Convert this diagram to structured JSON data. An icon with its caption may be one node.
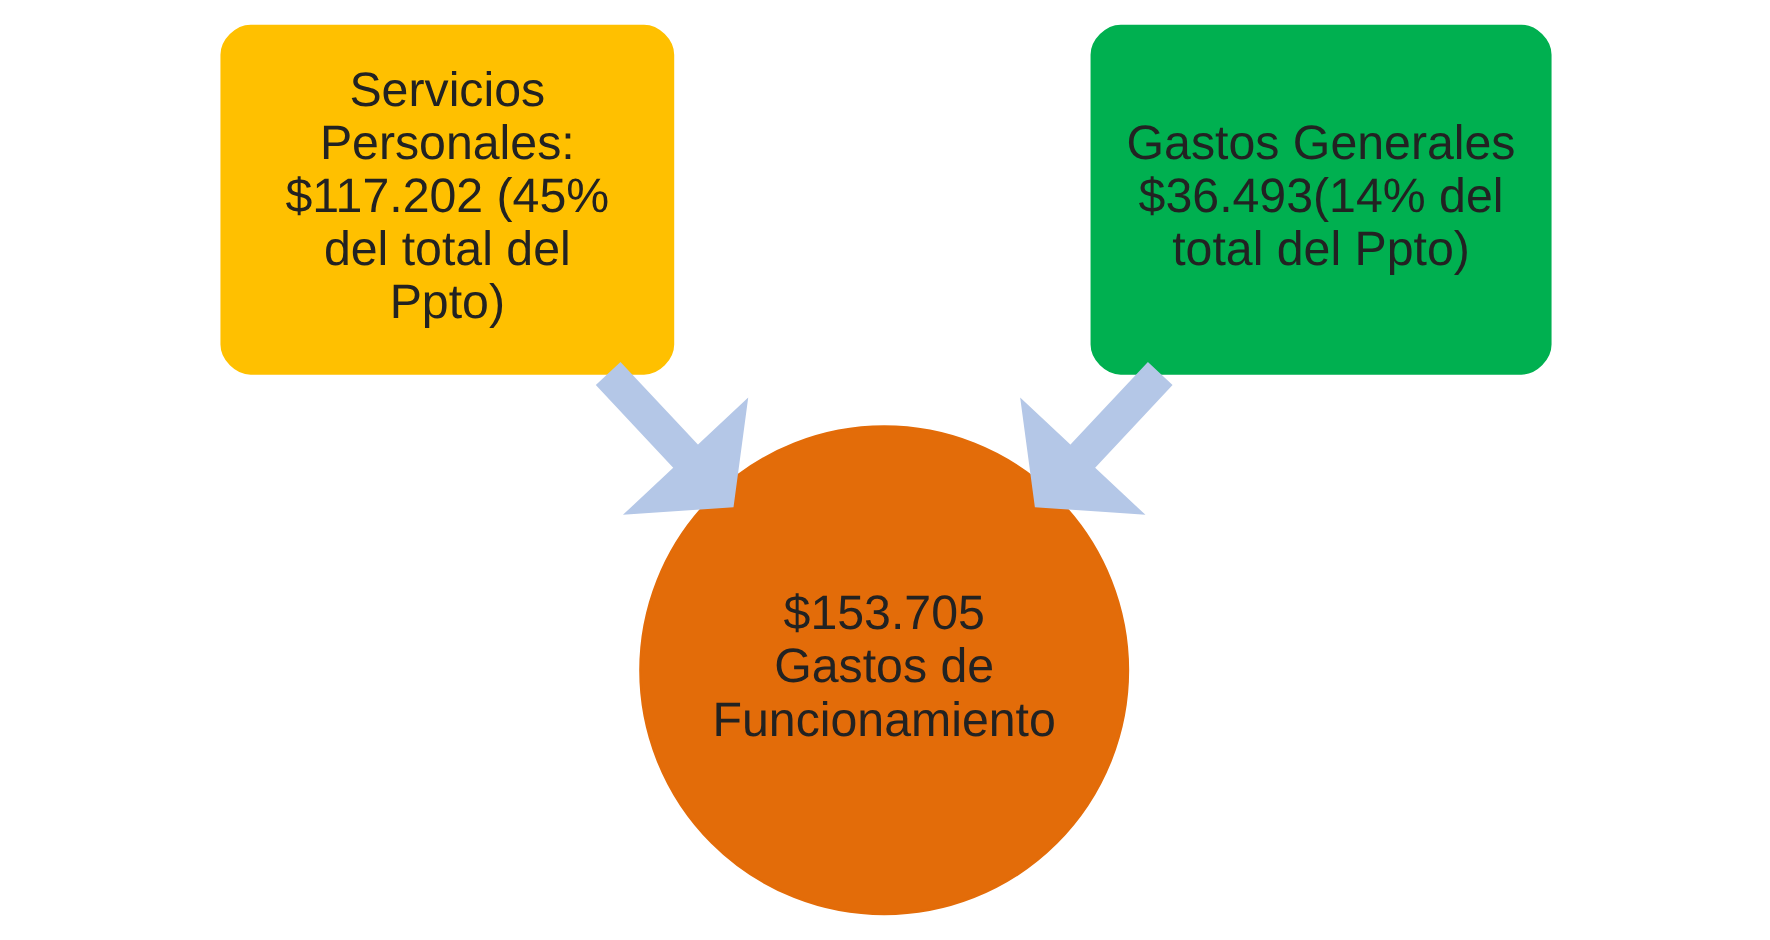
{
  "diagram": {
    "nodes": [
      {
        "text": [
          "Servicios Personales: $117.202 (45% del total del Ppto)"
        ]
      },
      {
        "text": [
          "Gastos Generales $36.493(14% del total del Ppto)"
        ]
      },
      {
        "text": [
          "$153.705 Gastos de Funcionamiento"
        ]
      }
    ],
    "edges": [
      {
        "from": 0,
        "to": 2,
        "arrow": "to"
      },
      {
        "from": 1,
        "to": 2,
        "arrow": "to"
      }
    ]
  }
}
